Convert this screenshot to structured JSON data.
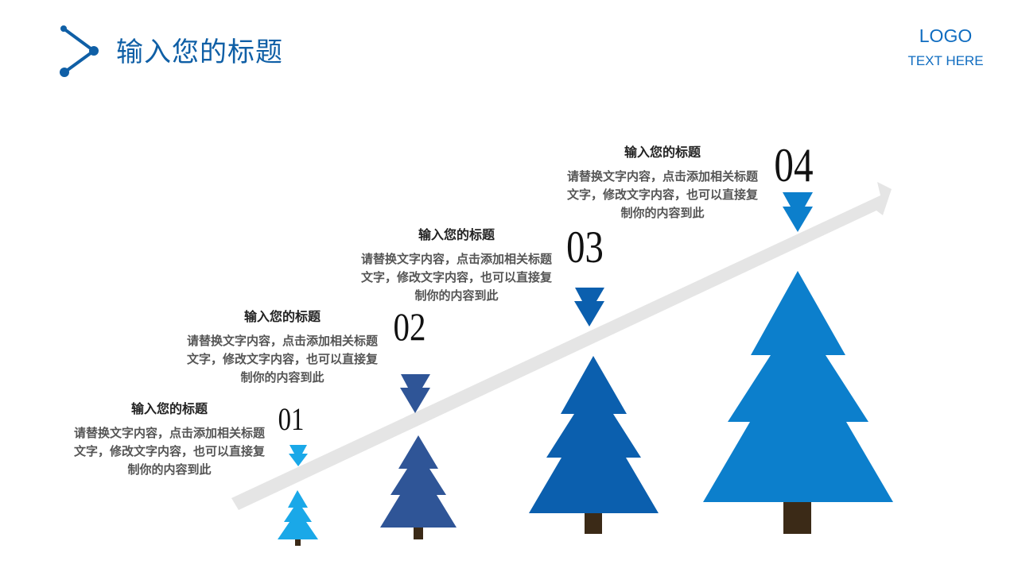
{
  "header": {
    "title": "输入您的标题",
    "logo": "LOGO",
    "logo_sub": "TEXT HERE",
    "icon": "share-node-icon"
  },
  "colors": {
    "title_blue": "#0f5fa6",
    "logo_blue": "#0f6cc0",
    "arrow_gray": "#e5e5e5",
    "trunk_brown": "#3b2a17"
  },
  "steps": [
    {
      "number": "01",
      "heading": "输入您的标题",
      "text": "请替换文字内容，点击添加相关标题文字，修改文字内容，也可以直接复制你的内容到此",
      "color": "#1aa8e8",
      "marker_color": "#1aa8e8"
    },
    {
      "number": "02",
      "heading": "输入您的标题",
      "text": "请替换文字内容，点击添加相关标题文字，修改文字内容，也可以直接复制你的内容到此",
      "color": "#2f5597",
      "marker_color": "#2f5597"
    },
    {
      "number": "03",
      "heading": "输入您的标题",
      "text": "请替换文字内容，点击添加相关标题文字，修改文字内容，也可以直接复制你的内容到此",
      "color": "#0b5fae",
      "marker_color": "#0b5fae"
    },
    {
      "number": "04",
      "heading": "输入您的标题",
      "text": "请替换文字内容，点击添加相关标题文字，修改文字内容，也可以直接复制你的内容到此",
      "color": "#0c7fcc",
      "marker_color": "#0c7fcc"
    }
  ]
}
